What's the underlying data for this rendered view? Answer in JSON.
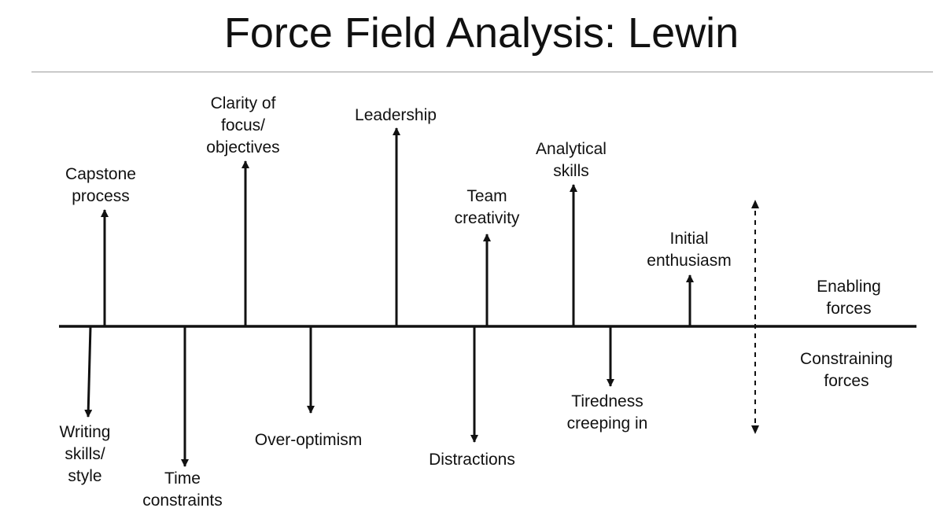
{
  "title": "Force Field Analysis: Lewin",
  "enabling_forces": [
    {
      "id": "capstone-process",
      "label": "Capstone\nprocess"
    },
    {
      "id": "clarity-of-focus",
      "label": "Clarity of\nfocus/\nobjectives"
    },
    {
      "id": "leadership",
      "label": "Leadership"
    },
    {
      "id": "team-creativity",
      "label": "Team\ncreativity"
    },
    {
      "id": "analytical-skills",
      "label": "Analytical\nskills"
    },
    {
      "id": "initial-enthusiasm",
      "label": "Initial\nenthusiasm"
    }
  ],
  "constraining_forces": [
    {
      "id": "writing-skills",
      "label": "Writing\nskills/\nstyle"
    },
    {
      "id": "time-constraints",
      "label": "Time\nconstraints"
    },
    {
      "id": "over-optimism",
      "label": "Over-optimism"
    },
    {
      "id": "distractions",
      "label": "Distractions"
    },
    {
      "id": "tiredness",
      "label": "Tiredness\ncreeping in"
    }
  ],
  "legend": {
    "enabling": "Enabling\nforces",
    "constraining": "Constraining\nforces"
  },
  "colors": {
    "ink": "#111111",
    "rule": "#9a9a9a",
    "background": "#ffffff"
  }
}
